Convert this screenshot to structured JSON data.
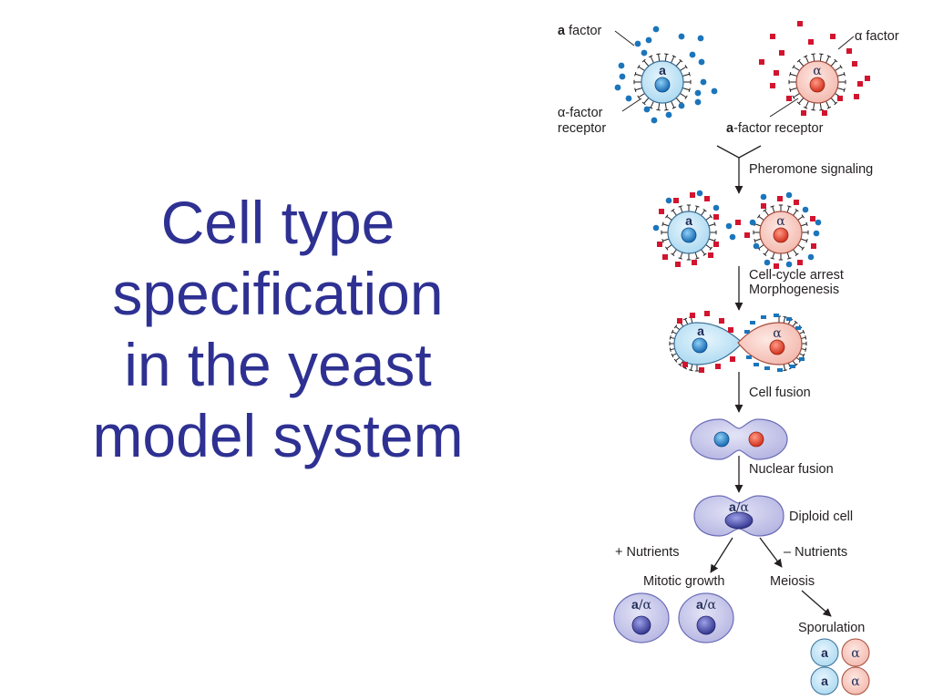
{
  "title": {
    "line1": "Cell type",
    "line2": "specification",
    "line3": "in the yeast",
    "line4": "model system"
  },
  "diagram": {
    "a_factor_label": {
      "bold": "a",
      "rest": " factor"
    },
    "alpha_factor_label": "α factor",
    "alpha_factor_receptor_line1": "α-factor",
    "alpha_factor_receptor_line2": "receptor",
    "a_factor_receptor_label": {
      "bold": "a",
      "rest": "-factor receptor"
    },
    "step_pheromone": "Pheromone signaling",
    "step_arrest_line1": "Cell-cycle arrest",
    "step_arrest_line2": "Morphogenesis",
    "step_cell_fusion": "Cell fusion",
    "step_nuclear_fusion": "Nuclear fusion",
    "diploid_label": "Diploid cell",
    "plus_nutrients": "+ Nutrients",
    "minus_nutrients": "– Nutrients",
    "mitotic_growth": "Mitotic growth",
    "meiosis": "Meiosis",
    "sporulation": "Sporulation",
    "cell_a": "a",
    "cell_alpha": "α",
    "diploid_a": "a",
    "diploid_sep_alpha": "/α",
    "colors": {
      "a_cell_fill": "#bfe3f5",
      "alpha_cell_fill": "#f6c9c0",
      "a_factor_dot": "#1b75bb",
      "alpha_factor_square": "#d2142f",
      "diploid_fill": "#c8c8ea",
      "diploid_nucleus": "#4b4fae",
      "title_color": "#2e3192"
    }
  }
}
